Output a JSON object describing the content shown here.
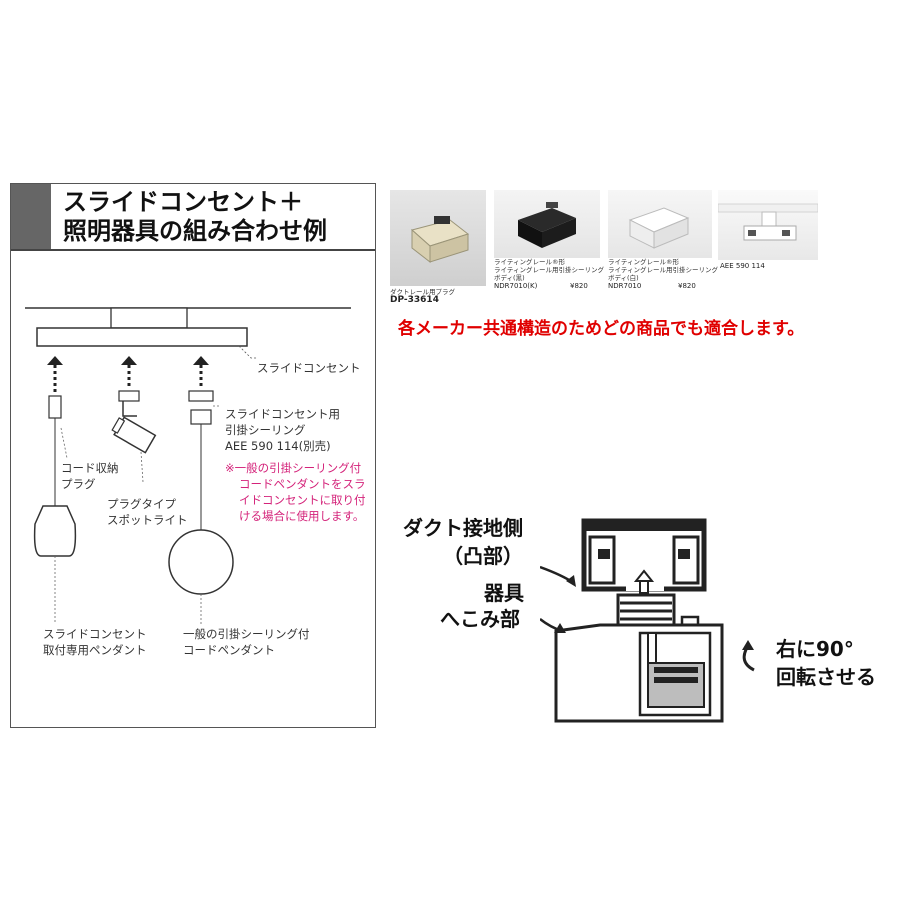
{
  "panel": {
    "title_line1": "スライドコンセント＋",
    "title_line2": "照明器具の組み合わせ例"
  },
  "labels": {
    "slide_outlet": "スライドコンセント",
    "hook_line1": "スライドコンセント用",
    "hook_line2": "引掛シーリング",
    "hook_line3": "AEE 590 114(別売)",
    "note_line1": "※一般の引掛シーリング付",
    "note_line2": "コードペンダントをスラ",
    "note_line3": "イドコンセントに取り付",
    "note_line4": "ける場合に使用します。",
    "cord_plug_line1": "コード収納",
    "cord_plug_line2": "プラグ",
    "plug_spot_line1": "プラグタイプ",
    "plug_spot_line2": "スポットライト",
    "pendant_a_line1": "スライドコンセント",
    "pendant_a_line2": "取付専用ペンダント",
    "pendant_b_line1": "一般の引掛シーリング付",
    "pendant_b_line2": "コードペンダント"
  },
  "products": {
    "p1_caption": "ダクトレール用プラグ",
    "p1_code": "DP-33614",
    "p2_caption_line1": "ライティングレール®形",
    "p2_caption_line2": "ライティングレール用引掛シーリング",
    "p2_caption_line3": "ボディ(黒)",
    "p2_code": "NDR7010(K)",
    "p2_price": "¥820",
    "p3_caption_line1": "ライティングレール®形",
    "p3_caption_line2": "ライティングレール用引掛シーリング",
    "p3_caption_line3": "ボディ(白)",
    "p3_code": "NDR7010",
    "p3_price": "¥820",
    "p4_code": "AEE 590 114"
  },
  "compat_note": "各メーカー共通構造のためどの商品でも適合します。",
  "rotation": {
    "duct_side_line1": "ダクト接地側",
    "duct_side_line2": "（凸部）",
    "fixture_line1": "器具",
    "fixture_line2": "へこみ部",
    "turn_line1": "右に90°",
    "turn_line2": "回転させる"
  },
  "colors": {
    "note_magenta": "#d4237a",
    "compat_red": "#e00000",
    "header_gray": "#666666"
  }
}
